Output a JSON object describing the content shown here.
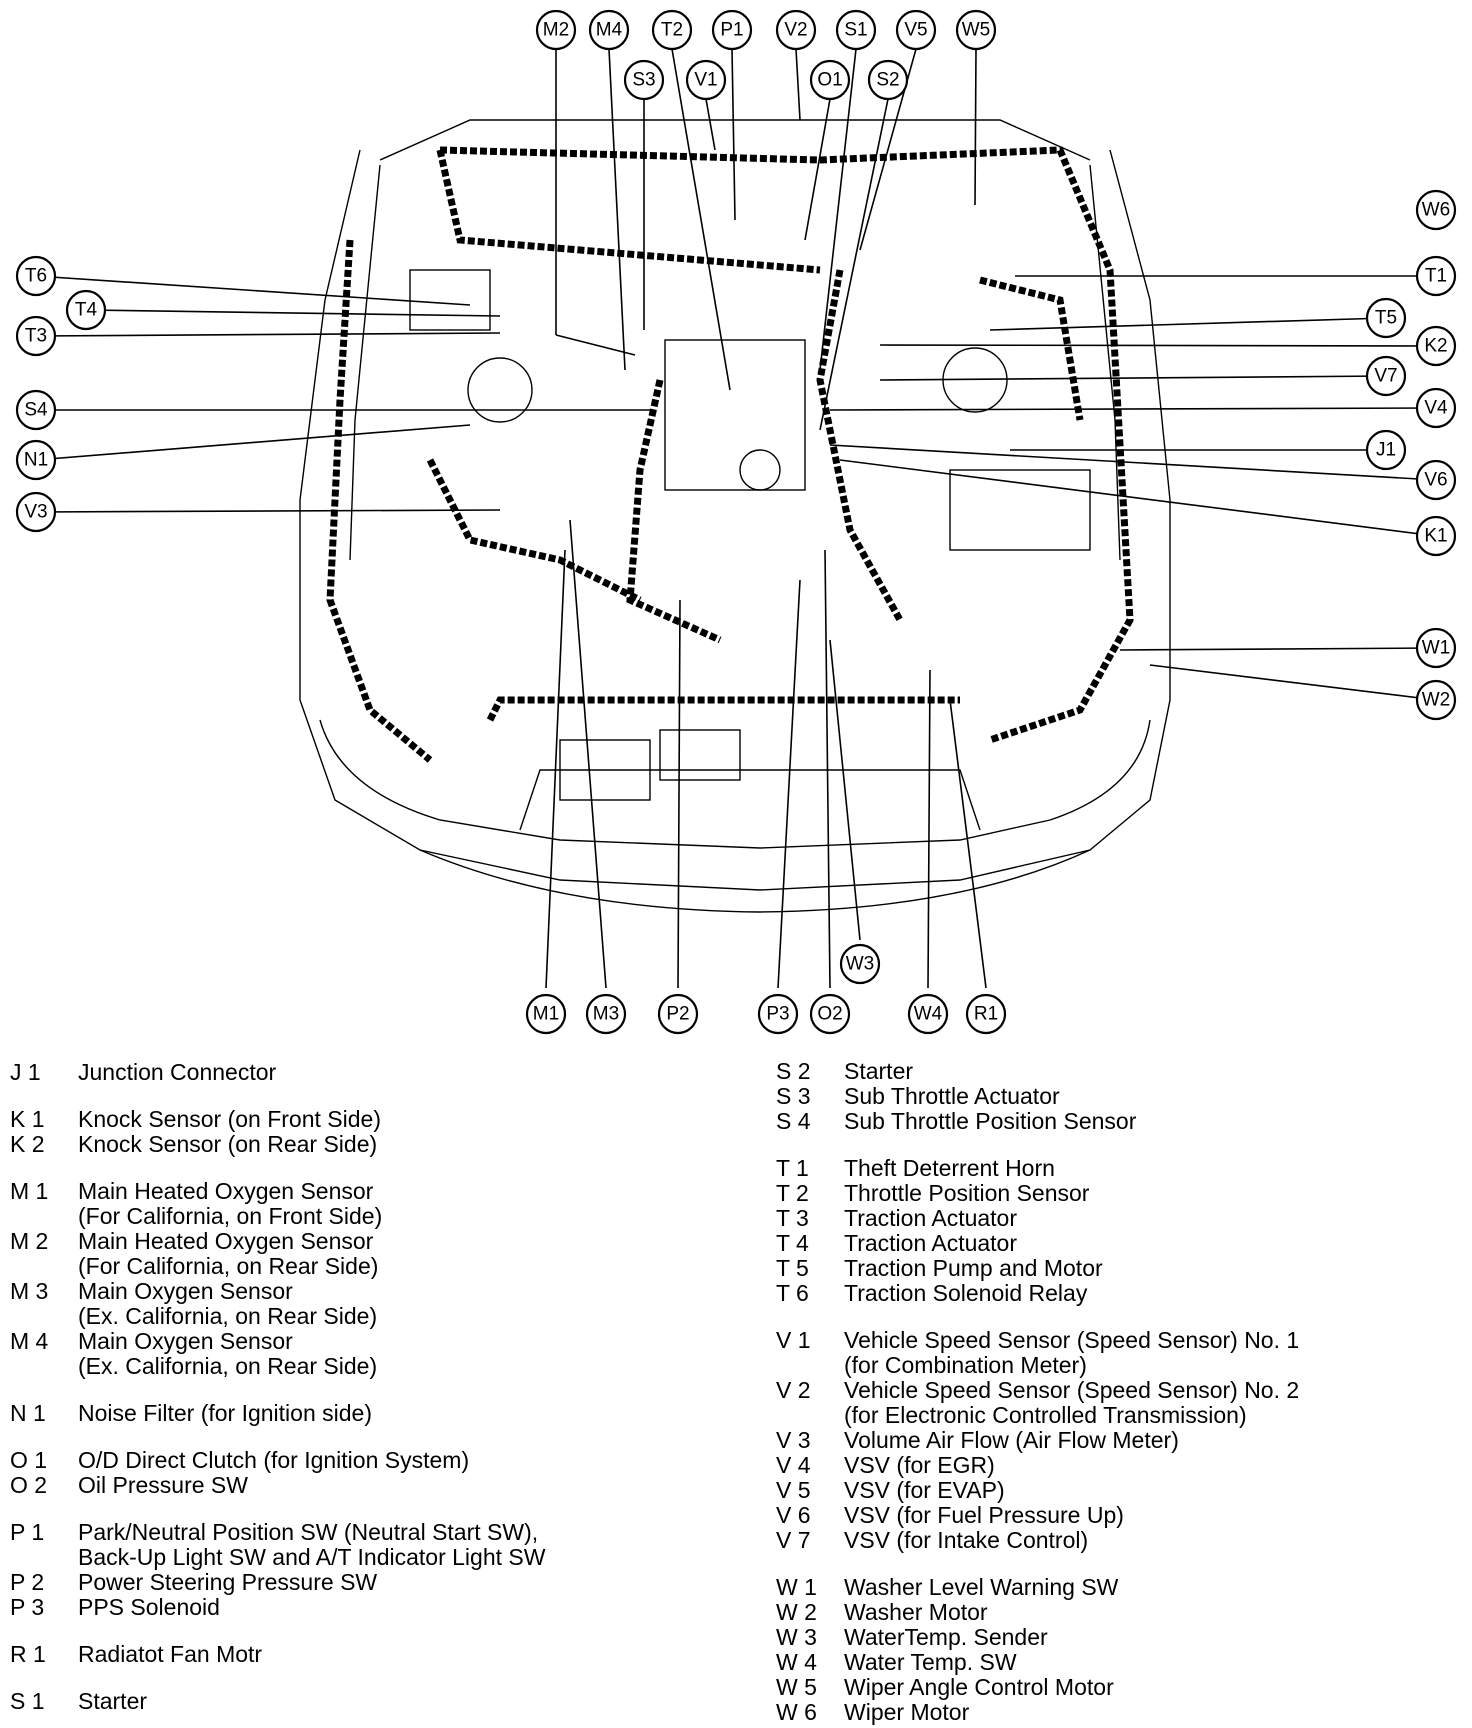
{
  "callouts": [
    "M2",
    "M4",
    "T2",
    "P1",
    "V2",
    "S1",
    "V5",
    "W5",
    "S3",
    "V1",
    "O1",
    "S2",
    "W6",
    "T6",
    "T4",
    "T3",
    "T1",
    "T5",
    "K2",
    "V7",
    "S4",
    "V4",
    "N1",
    "J1",
    "V6",
    "V3",
    "K1",
    "W1",
    "W2",
    "W3",
    "M1",
    "M3",
    "P2",
    "P3",
    "O2",
    "W4",
    "R1"
  ],
  "legend_left": [
    {
      "code": "J 1",
      "lines": [
        "Junction Connector"
      ]
    },
    {
      "gap": true
    },
    {
      "code": "K 1",
      "lines": [
        "Knock Sensor (on Front Side)"
      ]
    },
    {
      "code": "K 2",
      "lines": [
        "Knock Sensor (on Rear Side)"
      ]
    },
    {
      "gap": true
    },
    {
      "code": "M 1",
      "lines": [
        "Main Heated Oxygen Sensor",
        "(For California, on Front Side)"
      ]
    },
    {
      "code": "M 2",
      "lines": [
        "Main Heated Oxygen Sensor",
        "(For California, on Rear Side)"
      ]
    },
    {
      "code": "M 3",
      "lines": [
        "Main Oxygen Sensor",
        "(Ex. California, on Rear Side)"
      ]
    },
    {
      "code": "M 4",
      "lines": [
        "Main Oxygen Sensor",
        "(Ex. California, on Rear Side)"
      ]
    },
    {
      "gap": true
    },
    {
      "code": "N 1",
      "lines": [
        "Noise Filter (for Ignition side)"
      ]
    },
    {
      "gap": true
    },
    {
      "code": "O 1",
      "lines": [
        "O/D Direct Clutch (for Ignition System)"
      ]
    },
    {
      "code": "O 2",
      "lines": [
        "Oil Pressure SW"
      ]
    },
    {
      "gap": true
    },
    {
      "code": "P 1",
      "lines": [
        "Park/Neutral Position SW (Neutral Start SW),",
        "Back-Up Light SW and A/T Indicator Light SW"
      ]
    },
    {
      "code": "P 2",
      "lines": [
        "Power Steering Pressure SW"
      ]
    },
    {
      "code": "P 3",
      "lines": [
        "PPS Solenoid"
      ]
    },
    {
      "gap": true
    },
    {
      "code": "R 1",
      "lines": [
        "Radiatot Fan Motr"
      ]
    },
    {
      "gap": true
    },
    {
      "code": "S 1",
      "lines": [
        "Starter"
      ]
    }
  ],
  "legend_right": [
    {
      "code": "S 2",
      "lines": [
        "Starter"
      ]
    },
    {
      "code": "S 3",
      "lines": [
        "Sub Throttle Actuator"
      ]
    },
    {
      "code": "S 4",
      "lines": [
        "Sub Throttle Position Sensor"
      ]
    },
    {
      "gap": true
    },
    {
      "code": "T 1",
      "lines": [
        "Theft Deterrent Horn"
      ]
    },
    {
      "code": "T 2",
      "lines": [
        "Throttle Position Sensor"
      ]
    },
    {
      "code": "T 3",
      "lines": [
        "Traction Actuator"
      ]
    },
    {
      "code": "T 4",
      "lines": [
        "Traction Actuator"
      ]
    },
    {
      "code": "T 5",
      "lines": [
        "Traction Pump and Motor"
      ]
    },
    {
      "code": "T 6",
      "lines": [
        "Traction Solenoid Relay"
      ]
    },
    {
      "gap": true
    },
    {
      "code": "V 1",
      "lines": [
        "Vehicle Speed Sensor (Speed Sensor) No. 1",
        "(for Combination Meter)"
      ]
    },
    {
      "code": "V 2",
      "lines": [
        "Vehicle Speed Sensor (Speed Sensor) No. 2",
        "(for Electronic Controlled Transmission)"
      ]
    },
    {
      "code": "V 3",
      "lines": [
        "Volume Air Flow (Air Flow Meter)"
      ]
    },
    {
      "code": "V 4",
      "lines": [
        "VSV (for EGR)"
      ]
    },
    {
      "code": "V 5",
      "lines": [
        "VSV (for EVAP)"
      ]
    },
    {
      "code": "V 6",
      "lines": [
        "VSV (for Fuel Pressure Up)"
      ]
    },
    {
      "code": "V 7",
      "lines": [
        "VSV (for Intake Control)"
      ]
    },
    {
      "gap": true
    },
    {
      "code": "W 1",
      "lines": [
        "Washer Level Warning SW"
      ]
    },
    {
      "code": "W 2",
      "lines": [
        "Washer Motor"
      ]
    },
    {
      "code": "W 3",
      "lines": [
        "WaterTemp. Sender"
      ]
    },
    {
      "code": "W 4",
      "lines": [
        "Water Temp. SW"
      ]
    },
    {
      "code": "W 5",
      "lines": [
        "Wiper Angle Control Motor"
      ]
    },
    {
      "code": "W 6",
      "lines": [
        "Wiper Motor"
      ]
    }
  ]
}
